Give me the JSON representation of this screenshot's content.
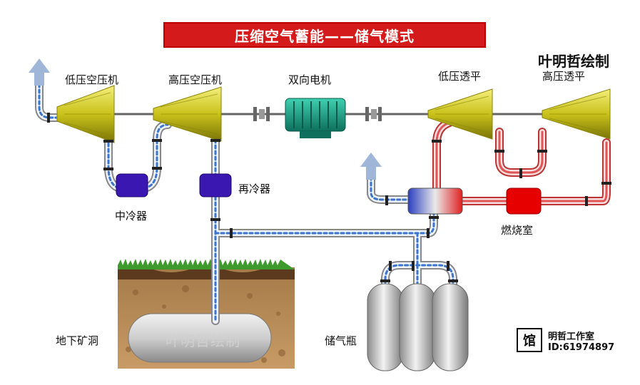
{
  "title": "压缩空气蓄能——储气模式",
  "author": "叶明哲绘制",
  "labels": {
    "lp_compressor": "低压空压机",
    "hp_compressor": "高压空压机",
    "motor": "双向电机",
    "lp_turbine": "低压透平",
    "hp_turbine": "高压透平",
    "intercooler": "中冷器",
    "aftercooler": "再冷器",
    "combustor": "燃烧室",
    "cavern": "地下矿洞",
    "tanks": "储气瓶"
  },
  "cavern_watermark": "叶明哲绘制",
  "studio": {
    "badge": "馆",
    "name": "明哲工作室",
    "id": "ID:61974897"
  },
  "colors": {
    "title_bg": "#d41a1a",
    "cold_pipe": "#5b8fd6",
    "hot_pipe": "#e05555",
    "cooler": "#3a17b0",
    "combustor": "#e60000",
    "motor": "#1aa38a",
    "turbine": "#c9c21a"
  }
}
